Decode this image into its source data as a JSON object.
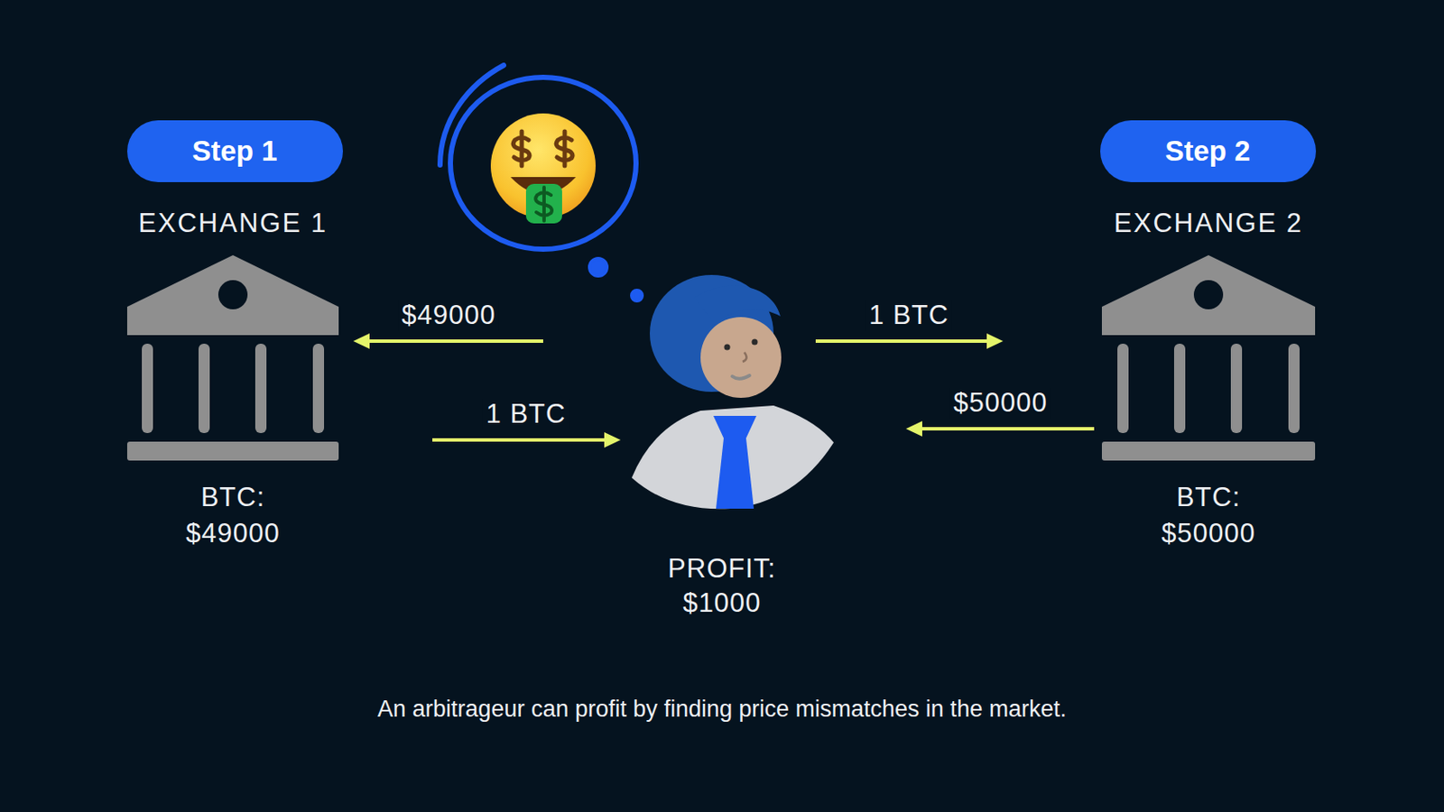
{
  "diagram": {
    "caption": "An arbitrageur can profit by finding price mismatches in the market.",
    "nodes": [
      {
        "text": [
          "Step 1"
        ]
      },
      {
        "text": [
          "EXCHANGE 1",
          "BTC: $49000"
        ]
      },
      {
        "text": [
          "PROFIT: $1000"
        ]
      },
      {
        "text": [
          "Step 2"
        ]
      },
      {
        "text": [
          "EXCHANGE 2",
          "BTC: $50000"
        ]
      }
    ],
    "edges": [
      {
        "from": 2,
        "to": 1,
        "arrow": "to",
        "label": "$49000"
      },
      {
        "from": 1,
        "to": 2,
        "arrow": "to",
        "label": "1 BTC"
      },
      {
        "from": 2,
        "to": 4,
        "arrow": "to",
        "label": "1 BTC"
      },
      {
        "from": 4,
        "to": 2,
        "arrow": "to",
        "label": "$50000"
      }
    ]
  }
}
